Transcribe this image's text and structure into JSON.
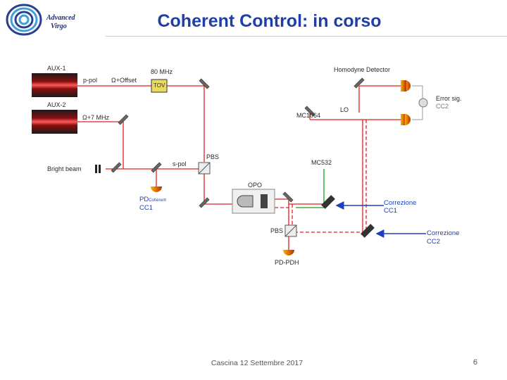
{
  "header": {
    "title": "Coherent Control: in corso",
    "logo": {
      "line1": "Advanced",
      "line2": "Virgo"
    }
  },
  "diagram": {
    "labels": {
      "aux1": "AUX-1",
      "ppol": "p-pol",
      "omega_offset": "Ω+Offset",
      "mhz80": "80 MHz",
      "tov": "TOV",
      "aux2": "AUX-2",
      "omega_7mhz": "Ω+7 MHz",
      "bright_beam": "Bright beam",
      "spol": "s-pol",
      "pbs_top": "PBS",
      "pd_coherent": "PD",
      "pd_coherent_sub": "Coherent",
      "cc1_left": "CC1",
      "opo": "OPO",
      "mc532": "MC532",
      "pbs_bottom": "PBS",
      "pd_pdh": "PD-PDH",
      "homodyne": "Homodyne Detector",
      "lo": "LO",
      "mc1064": "MC1064",
      "error_signal": "Error sig.",
      "cc2_right": "CC2",
      "correzione_cc1_a": "Correzione",
      "correzione_cc1_b": "CC1",
      "correzione_cc2_a": "Correzione",
      "correzione_cc2_b": "CC2"
    },
    "colors": {
      "beam_red": "#e02020",
      "beam_green": "#1aa01a",
      "feedback_blue": "#1d3fbf",
      "error_line": "#999999"
    }
  },
  "footer": {
    "text": "Cascina 12 Settembre 2017",
    "page_number": "6"
  }
}
